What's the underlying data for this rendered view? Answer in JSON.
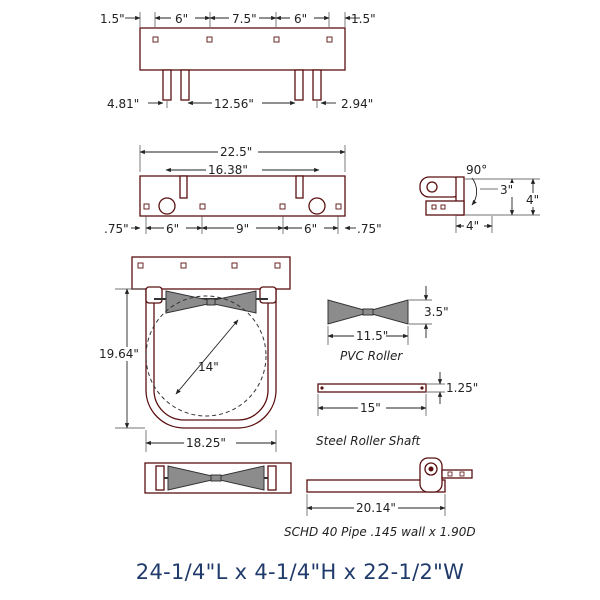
{
  "top_view": {
    "dims_top": [
      "1.5\"",
      "6\"",
      "7.5\"",
      "6\"",
      "1.5\""
    ],
    "dim_left": "4.81\"",
    "dim_mid": "12.56\"",
    "dim_right": "2.94\""
  },
  "front_view": {
    "overall": "22.5\"",
    "inner": "16.38\"",
    "dims_bottom": [
      ".75\"",
      "6\"",
      "9\"",
      "6\"",
      ".75\""
    ]
  },
  "bracket": {
    "angle": "90°",
    "height_inner": "3\"",
    "height_outer": "4\"",
    "width": "4\""
  },
  "end_view": {
    "height": "19.64\"",
    "diameter": "14\"",
    "width": "18.25\""
  },
  "pvc_roller": {
    "diameter": "3.5\"",
    "length": "11.5\"",
    "label": "PVC Roller"
  },
  "shaft": {
    "diameter": "1.25\"",
    "length": "15\"",
    "label": "Steel Roller Shaft"
  },
  "pipe": {
    "length": "20.14\"",
    "label": "SCHD 40 Pipe .145 wall x 1.90D"
  },
  "caption": "24-1/4\"L x 4-1/4\"H x 22-1/2\"W",
  "colors": {
    "outline": "#5a1010",
    "roller": "#8c8c8c",
    "caption": "#1f3a6b"
  }
}
